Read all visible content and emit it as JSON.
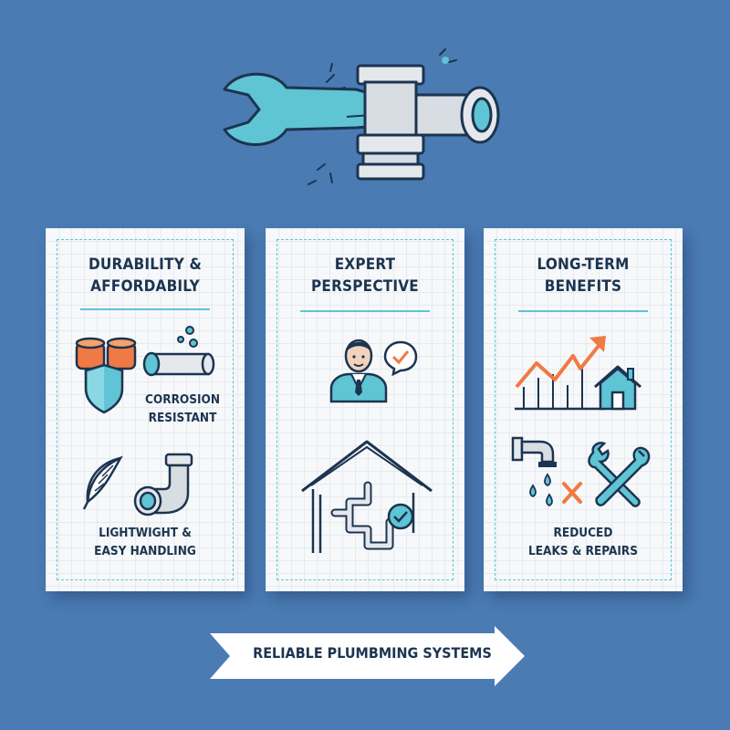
{
  "colors": {
    "background": "#4a7bb3",
    "accent": "#5fc4d4",
    "ink": "#1c3450",
    "orange": "#f07a43",
    "panel": "#f6f8fa"
  },
  "panels": [
    {
      "title_line1": "DURABILITY &",
      "title_line2": "AFFORDABILY",
      "items": [
        {
          "label_line1": "CORROSION",
          "label_line2": "RESISTANT"
        },
        {
          "label_line1": "LIGHTWIGHT &",
          "label_line2": "EASY HANDLING"
        }
      ]
    },
    {
      "title_line1": "EXPERT",
      "title_line2": "PERSPECTIVE",
      "items": []
    },
    {
      "title_line1": "LONG-TERM",
      "title_line2": "BENEFITS",
      "items": [
        {
          "label_line1": "REDUCED",
          "label_line2": "LEAKS & REPAIRS"
        }
      ]
    }
  ],
  "banner": {
    "label": "RELIABLE PLUMBMING SYSTEMS"
  },
  "icons": [
    "wrench-pipe-icon",
    "coins-shield-icon",
    "pipe-bubbles-icon",
    "feather-icon",
    "elbow-pipe-icon",
    "expert-person-icon",
    "checkmark-bubble-icon",
    "house-pipes-icon",
    "growth-chart-icon",
    "house-icon",
    "leaking-faucet-icon",
    "crossed-tools-icon"
  ]
}
